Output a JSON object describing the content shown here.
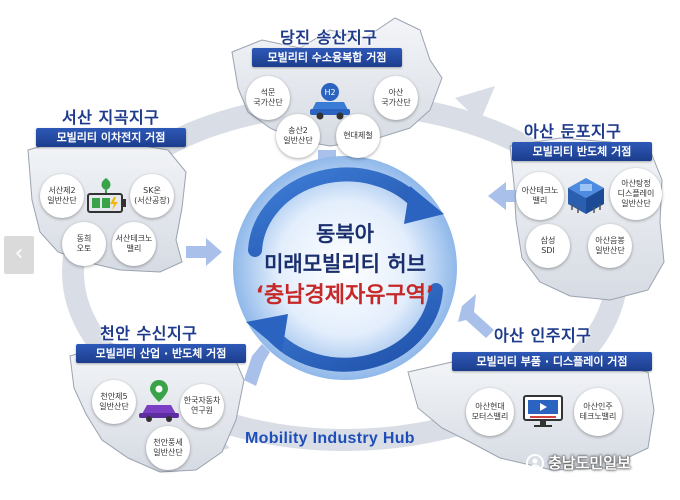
{
  "center": {
    "line1": "동북아",
    "line2": "미래모빌리티 허브",
    "line3": "‘충남경제자유구역’"
  },
  "hub_label": "Mobility Industry Hub",
  "logo": "충남도민일보",
  "nav": {
    "prev_icon": "chevron-left-icon"
  },
  "districts": {
    "dangjin": {
      "title": "당진 송산지구",
      "bar": "모빌리티 수소융복합 거점",
      "badges": [
        "석문\n국가산단",
        "아산\n국가산단",
        "송산2\n일반산단",
        "현대제철"
      ],
      "icon": "hydrogen-car-icon"
    },
    "seosan": {
      "title": "서산 지곡지구",
      "bar": "모빌리티 이차전지 거점",
      "badges": [
        "서산제2\n일반산단",
        "SK온\n(서산공장)",
        "동희\n오토",
        "서산테크노\n밸리"
      ],
      "icon": "battery-plant-icon"
    },
    "asan_dunpo": {
      "title": "아산 둔포지구",
      "bar": "모빌리티 반도체 거점",
      "badges": [
        "아산테크노\n밸리",
        "아산탕정\n디스플레이\n일반산단",
        "삼성\nSDI",
        "아산음봉\n일반산단"
      ],
      "icon": "semiconductor-chip-icon"
    },
    "cheonan": {
      "title": "천안 수신지구",
      "bar": "모빌리티 산업 · 반도체 거점",
      "badges": [
        "천안제5\n일반산단",
        "한국자동차\n연구원",
        "천안풍세\n일반산단"
      ],
      "icon": "connected-car-icon"
    },
    "asan_inju": {
      "title": "아산 인주지구",
      "bar": "모빌리티 부품 · 디스플레이 거점",
      "badges": [
        "아산현대\n모터스밸리",
        "아산인주\n테크노밸리"
      ],
      "icon": "display-monitor-icon"
    }
  },
  "colors": {
    "accent": "#1e3a8a",
    "bar": "#2b55b0",
    "map_fill": "#e9ecf1",
    "ring": "#d9dde5",
    "arrow": "#9fb6e4",
    "center_red": "#c62828"
  }
}
